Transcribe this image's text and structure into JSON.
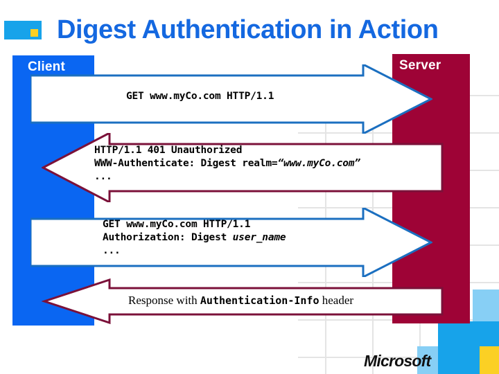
{
  "slide": {
    "title": "Digest Authentication in Action",
    "bullet_icon": "square-bullet-icon",
    "title_color": "#1468E0"
  },
  "colors": {
    "client_blue": "#0A66F2",
    "server_maroon": "#9E0336",
    "accent_lightblue": "#87CFF5",
    "accent_blue": "#17A3EA",
    "accent_yellow": "#FBD024",
    "grid_line": "#E2E2E2"
  },
  "lifelines": {
    "client_label": "Client",
    "server_label": "Server"
  },
  "messages": [
    {
      "id": "msg-1",
      "direction": "right",
      "outline_color": "#1B6FC0",
      "lines": [
        {
          "text": "GET www.myCo.com HTTP/1.1",
          "style": "mono-bold"
        }
      ]
    },
    {
      "id": "msg-2",
      "direction": "left",
      "outline_color": "#7B1139",
      "lines": [
        {
          "text": "HTTP/1.1 401 Unauthorized",
          "style": "mono-bold"
        },
        {
          "text": "WWW-Authenticate: Digest realm=",
          "style": "mono-bold",
          "italic_suffix": "“www.myCo.com”"
        },
        {
          "text": "...",
          "style": "mono-bold"
        }
      ]
    },
    {
      "id": "msg-3",
      "direction": "right",
      "outline_color": "#1B6FC0",
      "lines": [
        {
          "text": "GET www.myCo.com HTTP/1.1",
          "style": "mono-bold"
        },
        {
          "text": "Authorization: Digest ",
          "style": "mono-bold",
          "italic_suffix": "user_name"
        },
        {
          "text": "...",
          "style": "mono-bold"
        }
      ]
    },
    {
      "id": "msg-4",
      "direction": "left",
      "outline_color": "#7B1139",
      "lines": [
        {
          "text": "Response with ",
          "style": "serif",
          "mono_mid": "Authentication-Info",
          "serif_suffix": " header"
        }
      ]
    }
  ],
  "message_text": {
    "m1_l1": "GET www.myCo.com HTTP/1.1",
    "m2_l1": "HTTP/1.1 401 Unauthorized",
    "m2_l2a": "WWW-Authenticate: Digest realm=",
    "m2_l2b": "“www.myCo.com”",
    "m2_l3": "...",
    "m3_l1": "GET www.myCo.com HTTP/1.1",
    "m3_l2a": "Authorization: Digest ",
    "m3_l2b": "user_name",
    "m3_l3": "...",
    "m4_a": "Response with ",
    "m4_b": "Authentication-Info",
    "m4_c": " header"
  },
  "footer": {
    "logo_text": "Microsoft"
  }
}
